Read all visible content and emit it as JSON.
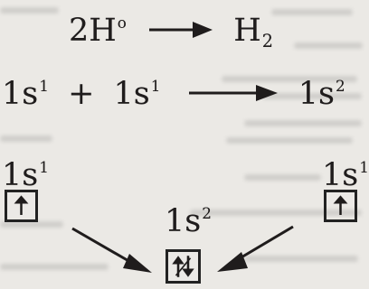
{
  "equation_1": {
    "left": "2H",
    "left_superscript": "o",
    "right": "H",
    "right_subscript": "2"
  },
  "equation_2": {
    "term_1": "1s",
    "term_1_superscript": "1",
    "plus": "+",
    "term_2": "1s",
    "term_2_superscript": "1",
    "result": "1s",
    "result_superscript": "2"
  },
  "left_orbital": {
    "label": "1s",
    "superscript": "1"
  },
  "right_orbital": {
    "label": "1s",
    "superscript": "1"
  },
  "product_orbital": {
    "label": "1s",
    "superscript": "2"
  },
  "icons": {
    "reaction_arrow": "right-arrow-icon",
    "single_electron": "up-arrow-icon",
    "paired_electrons": "up-down-arrows-icon",
    "combine_arrows": "diagonal-arrow-icon"
  }
}
